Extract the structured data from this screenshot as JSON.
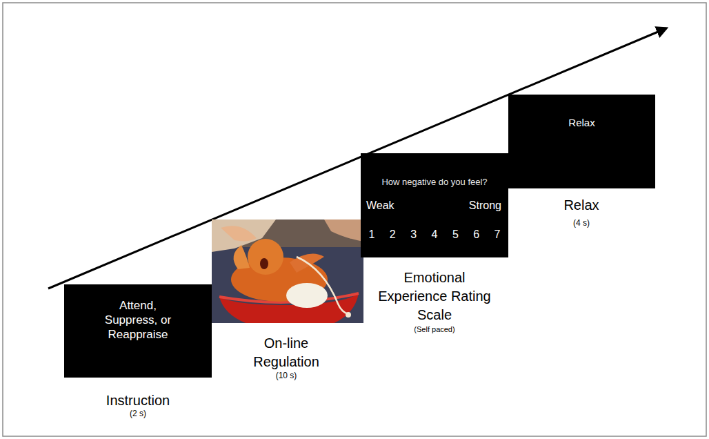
{
  "diagram": {
    "nodes": [
      {
        "text": [
          "Attend, Suppress, or Reappraise"
        ]
      },
      {
        "text": [
          "How negative do you feel?",
          "Weak",
          "Strong",
          "1 2 3 4 5 6 7"
        ]
      },
      {
        "text": [
          "Relax"
        ]
      }
    ],
    "labels": [
      "Instruction",
      "(2 s)",
      "On-line Regulation",
      "(10 s)",
      "Emotional Experience Rating Scale",
      "(Self paced)",
      "Relax",
      "(4 s)"
    ]
  }
}
